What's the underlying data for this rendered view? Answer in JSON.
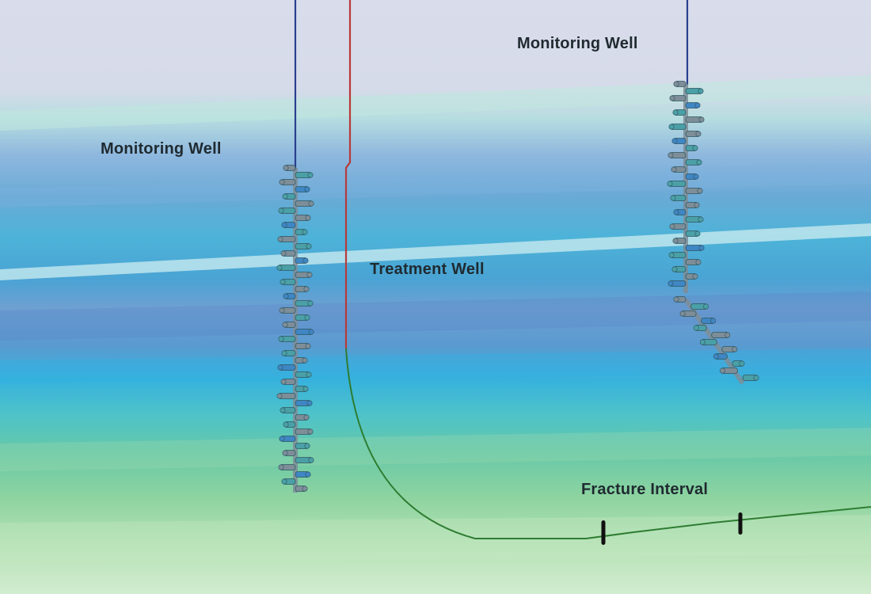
{
  "labels": {
    "monitoring_well_left": "Monitoring Well",
    "monitoring_well_right": "Monitoring Well",
    "treatment_well": "Treatment Well",
    "fracture_interval": "Fracture Interval"
  },
  "colors": {
    "monitoring_well_line": "#2a3f8f",
    "treatment_well_vertical": "#b83a3a",
    "treatment_well_lateral": "#2e7d32",
    "sensor_gray": "#7e8e98",
    "sensor_teal": "#4aa0a6",
    "sensor_blue": "#3f86c4",
    "stage_marker": "#111111"
  }
}
